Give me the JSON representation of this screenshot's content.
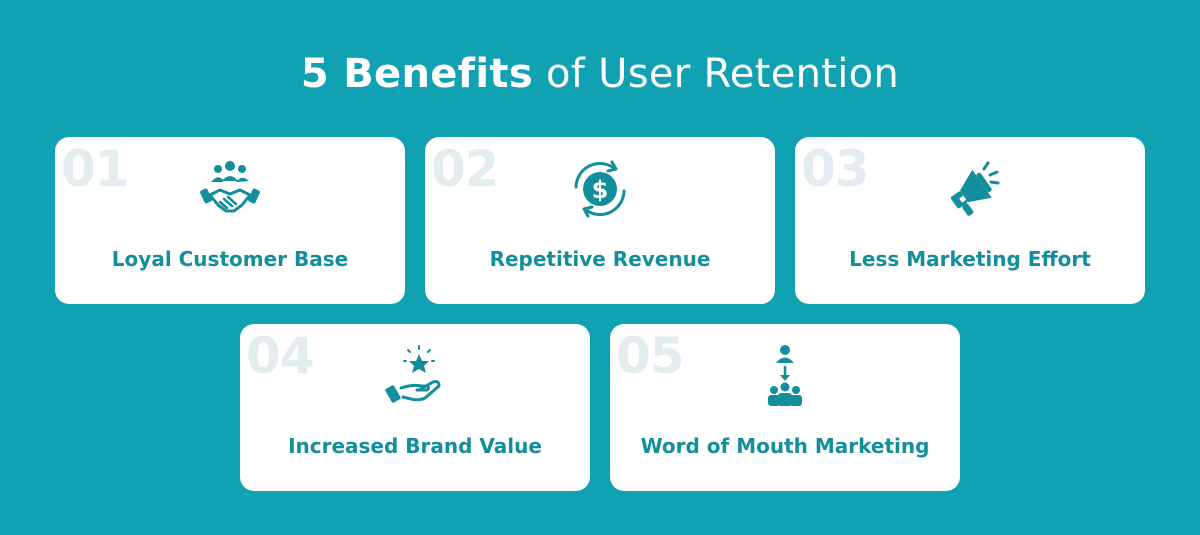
{
  "title": {
    "bold": "5 Benefits",
    "rest": " of User Retention"
  },
  "colors": {
    "background": "#10a2b2",
    "card": "#ffffff",
    "accent": "#138e9c",
    "number": "#e3edef"
  },
  "cards": [
    {
      "number": "01",
      "label": "Loyal Customer Base",
      "icon": "handshake-team-icon"
    },
    {
      "number": "02",
      "label": "Repetitive Revenue",
      "icon": "dollar-cycle-icon"
    },
    {
      "number": "03",
      "label": "Less Marketing Effort",
      "icon": "megaphone-icon"
    },
    {
      "number": "04",
      "label": "Increased Brand Value",
      "icon": "hand-star-icon"
    },
    {
      "number": "05",
      "label": "Word of Mouth Marketing",
      "icon": "referral-people-icon"
    }
  ]
}
